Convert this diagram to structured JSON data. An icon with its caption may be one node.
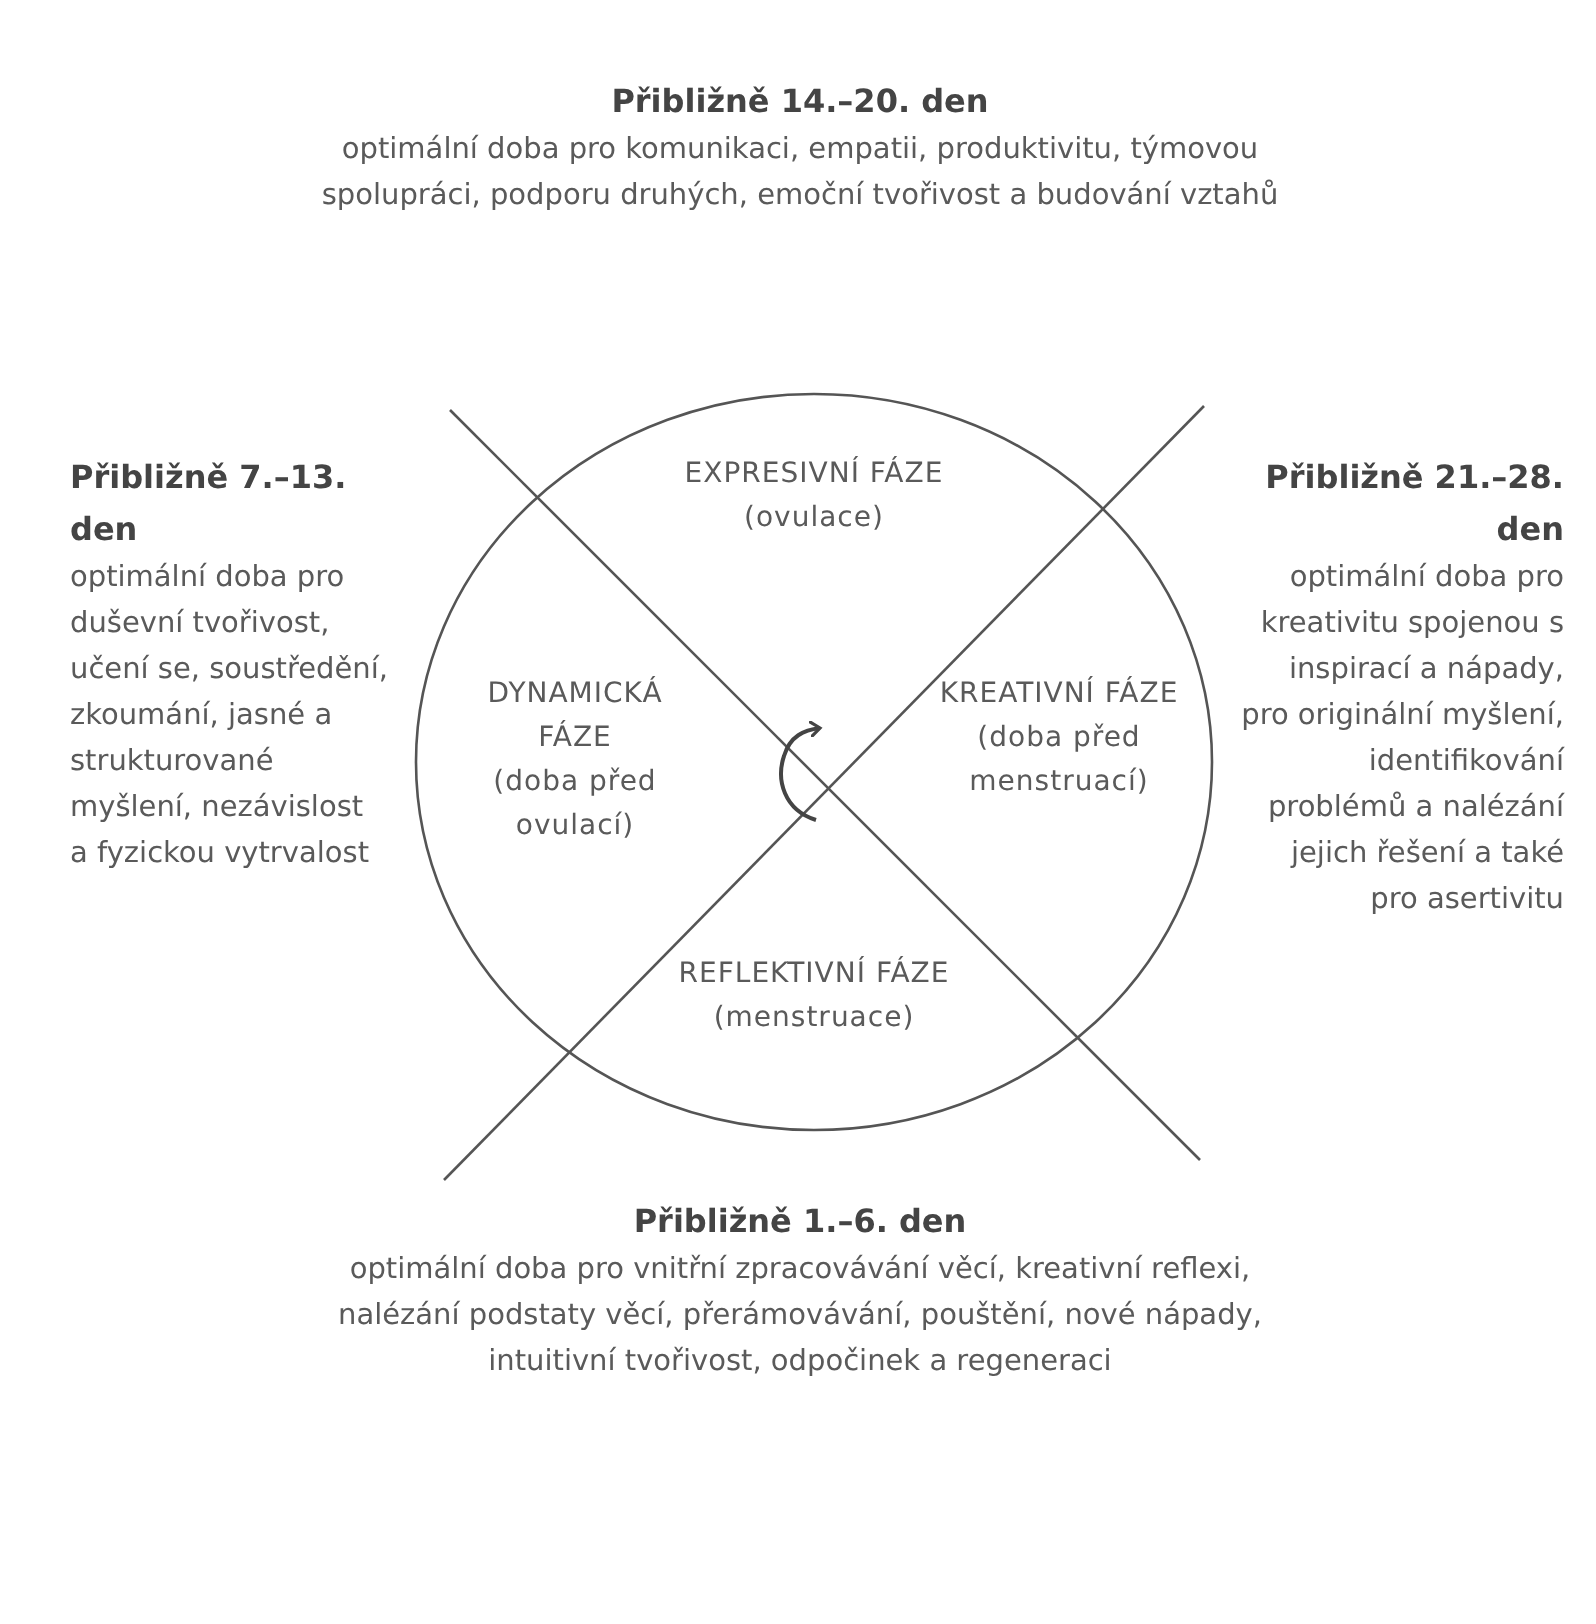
{
  "diagram": {
    "nodes": [
      {
        "text": [],
        "shape": "circle"
      },
      {
        "text": [
          "EXPRESIVNÍ FÁZE",
          "(ovulace)"
        ],
        "in": 0
      },
      {
        "text": [
          "DYNAMICKÁ FÁZE",
          "(doba před ovulací)"
        ],
        "in": 0
      },
      {
        "text": [
          "KREATIVNÍ FÁZE",
          "(doba před menstruací)"
        ],
        "in": 0
      },
      {
        "text": [
          "REFLEKTIVNÍ FÁZE",
          "(menstruace)"
        ],
        "in": 0
      }
    ],
    "labels": [
      "Přibližně 14.–20. den",
      "optimální doba pro komunikaci, empatii, produktivitu, týmovou spolupráci, podporu druhých, emoční tvořivost a budování vztahů",
      "Přibližně 7.–13. den",
      "optimální doba pro duševní tvořivost, učení se, soustředění, zkoumání, jasné a strukturované myšlení, nezávislost a fyzickou vytrvalost",
      "Přibližně 21.–28. den",
      "optimální doba pro kreativitu spojenou s inspirací a nápady, pro originální myšlení, identifikování problémů a nalézání jejich řešení a také pro asertivitu",
      "Přibližně 1.–6. den",
      "optimální doba pro vnitřní zpracovávání věcí, kreativní reflexi, nalézání podstaty věcí, přerámovávání, pouštění, nové nápady, intuitivní tvořivost, odpočinek a regeneraci"
    ]
  }
}
